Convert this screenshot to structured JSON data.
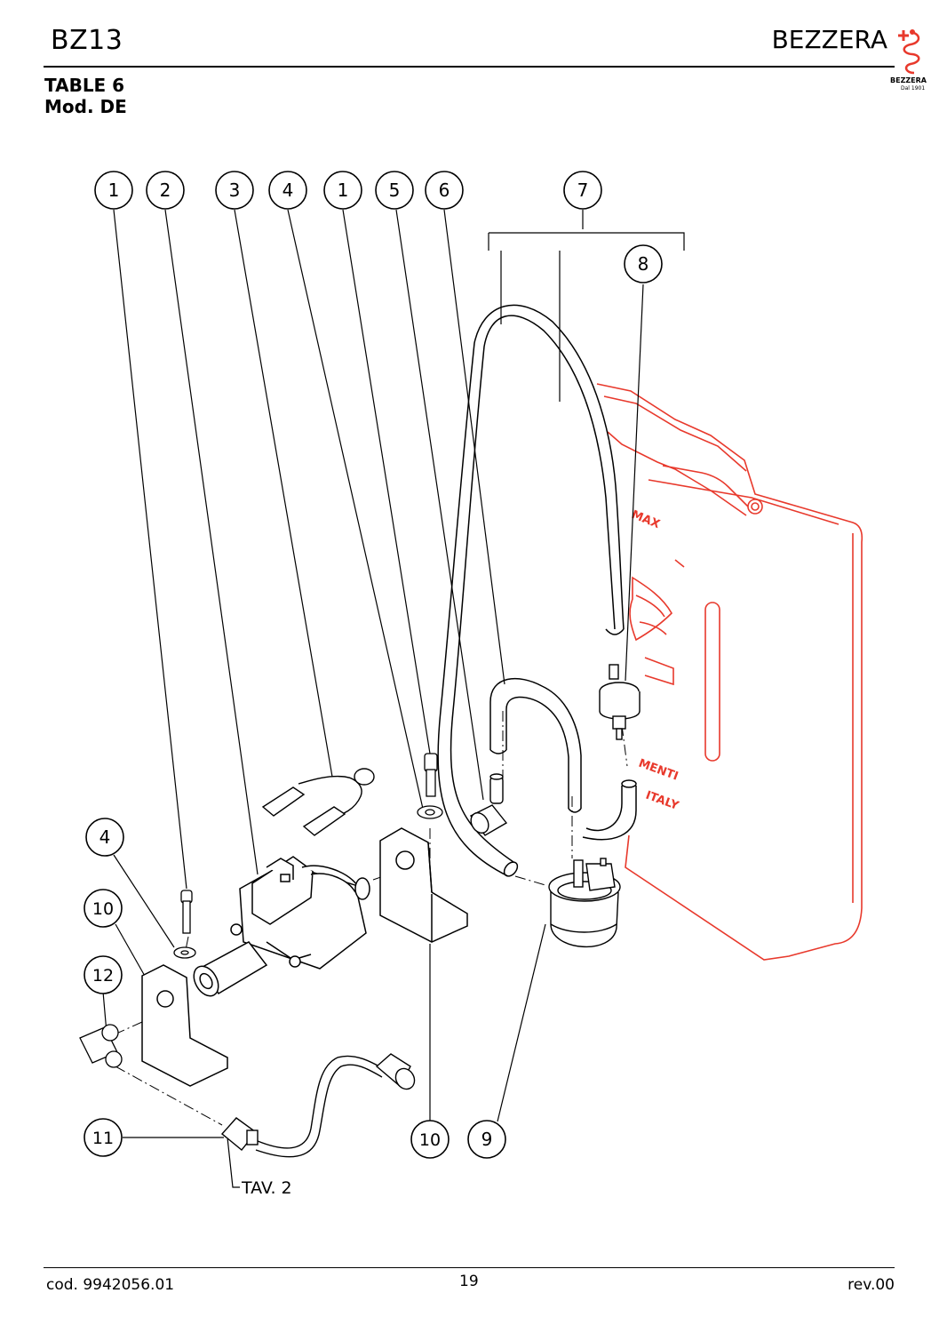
{
  "header": {
    "model": "BZ13",
    "brand": "BEZZERA",
    "logo_tagline": "BEZZERA",
    "logo_since": "Dal 1901"
  },
  "table": {
    "title": "TABLE 6",
    "subtitle": "Mod. DE"
  },
  "callouts": [
    {
      "id": "c1a",
      "label": "1"
    },
    {
      "id": "c2",
      "label": "2"
    },
    {
      "id": "c3",
      "label": "3"
    },
    {
      "id": "c4a",
      "label": "4"
    },
    {
      "id": "c1b",
      "label": "1"
    },
    {
      "id": "c5",
      "label": "5"
    },
    {
      "id": "c6",
      "label": "6"
    },
    {
      "id": "c7",
      "label": "7"
    },
    {
      "id": "c8",
      "label": "8"
    },
    {
      "id": "c4b",
      "label": "4"
    },
    {
      "id": "c10a",
      "label": "10"
    },
    {
      "id": "c12",
      "label": "12"
    },
    {
      "id": "c11",
      "label": "11"
    },
    {
      "id": "c10b",
      "label": "10"
    },
    {
      "id": "c9",
      "label": "9"
    }
  ],
  "reference": "TAV. 2",
  "tank_marks": {
    "max": "MAX",
    "alimenti": "MENTI",
    "italy": "ITALY"
  },
  "footer": {
    "code": "cod. 9942056.01",
    "page": "19",
    "revision": "rev.00"
  },
  "colors": {
    "ink": "#000000",
    "tank": "#e8392c"
  }
}
